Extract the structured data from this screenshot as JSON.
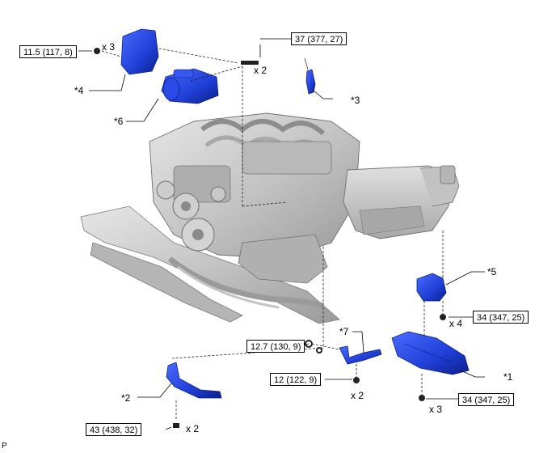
{
  "colors": {
    "part_highlight": "#1f3fd6",
    "part_highlight_dark": "#0b1f8a",
    "engine_gray": "#c9c9c9",
    "engine_dark": "#8a8a8a",
    "leader": "#000000"
  },
  "torque_labels": {
    "t_11_5": "11.5 (117, 8)",
    "t_37": "37 (377, 27)",
    "t_12_7": "12.7 (130, 9)",
    "t_12": "12 (122, 9)",
    "t_43": "43 (438, 32)",
    "t_34_upper": "34 (347, 25)",
    "t_34_lower": "34 (347, 25)"
  },
  "quantities": {
    "q_11_5": "x 3",
    "q_37": "x 2",
    "q_12": "x 2",
    "q_43": "x 2",
    "q_34_upper": "x 4",
    "q_34_lower": "x 3"
  },
  "callouts": {
    "c1": "*1",
    "c2": "*2",
    "c3": "*3",
    "c4": "*4",
    "c5": "*5",
    "c6": "*6",
    "c7": "*7"
  },
  "corner_mark": "P"
}
